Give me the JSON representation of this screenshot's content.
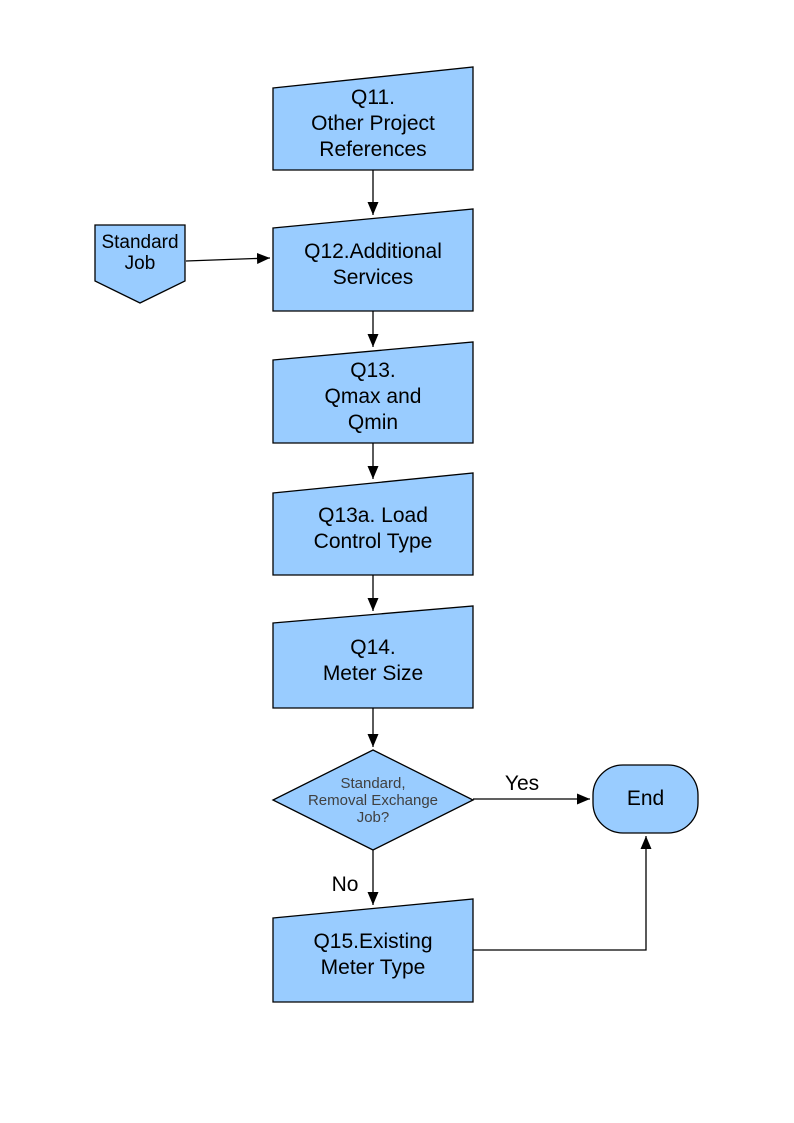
{
  "page": {
    "background": "#ffffff"
  },
  "diagram": {
    "colors": {
      "node_fill": "#99CCFF",
      "node_border": "#000000",
      "node_text": "#000000",
      "decision_text": "#404040",
      "connector": "#000000"
    },
    "nodes": {
      "q11": {
        "label": "Q11.\nOther Project\nReferences",
        "shape": "manual-input"
      },
      "standard_job": {
        "label": "Standard\nJob",
        "shape": "off-page-connector"
      },
      "q12": {
        "label": "Q12.Additional\nServices",
        "shape": "manual-input"
      },
      "q13": {
        "label": "Q13.\nQmax and\nQmin",
        "shape": "manual-input"
      },
      "q13a": {
        "label": "Q13a. Load\nControl Type",
        "shape": "manual-input"
      },
      "q14": {
        "label": "Q14.\nMeter Size",
        "shape": "manual-input"
      },
      "decision": {
        "label": "Standard,\nRemoval Exchange\nJob?",
        "shape": "decision"
      },
      "q15": {
        "label": "Q15.Existing\nMeter Type",
        "shape": "manual-input"
      },
      "end": {
        "label": "End",
        "shape": "terminator"
      }
    },
    "edge_labels": {
      "yes": "Yes",
      "no": "No"
    }
  }
}
